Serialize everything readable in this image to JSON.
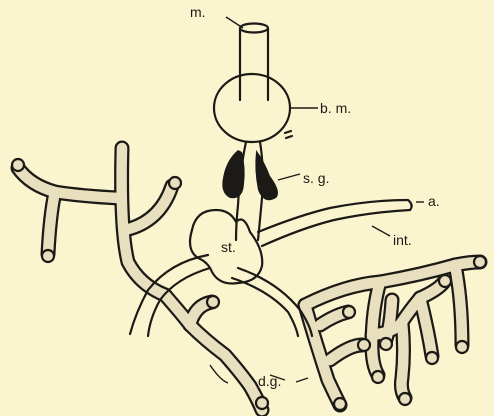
{
  "labels": {
    "mouth": "m.",
    "buccal_mass": "b. m.",
    "salivary_gland": "s. g.",
    "anus": "a.",
    "intestine": "int.",
    "stomach": "st.",
    "digestive_gland": "d.g."
  },
  "colors": {
    "background": "#fbf5cf",
    "ink": "#1c1a16",
    "stipple": "#e7dfbd"
  }
}
